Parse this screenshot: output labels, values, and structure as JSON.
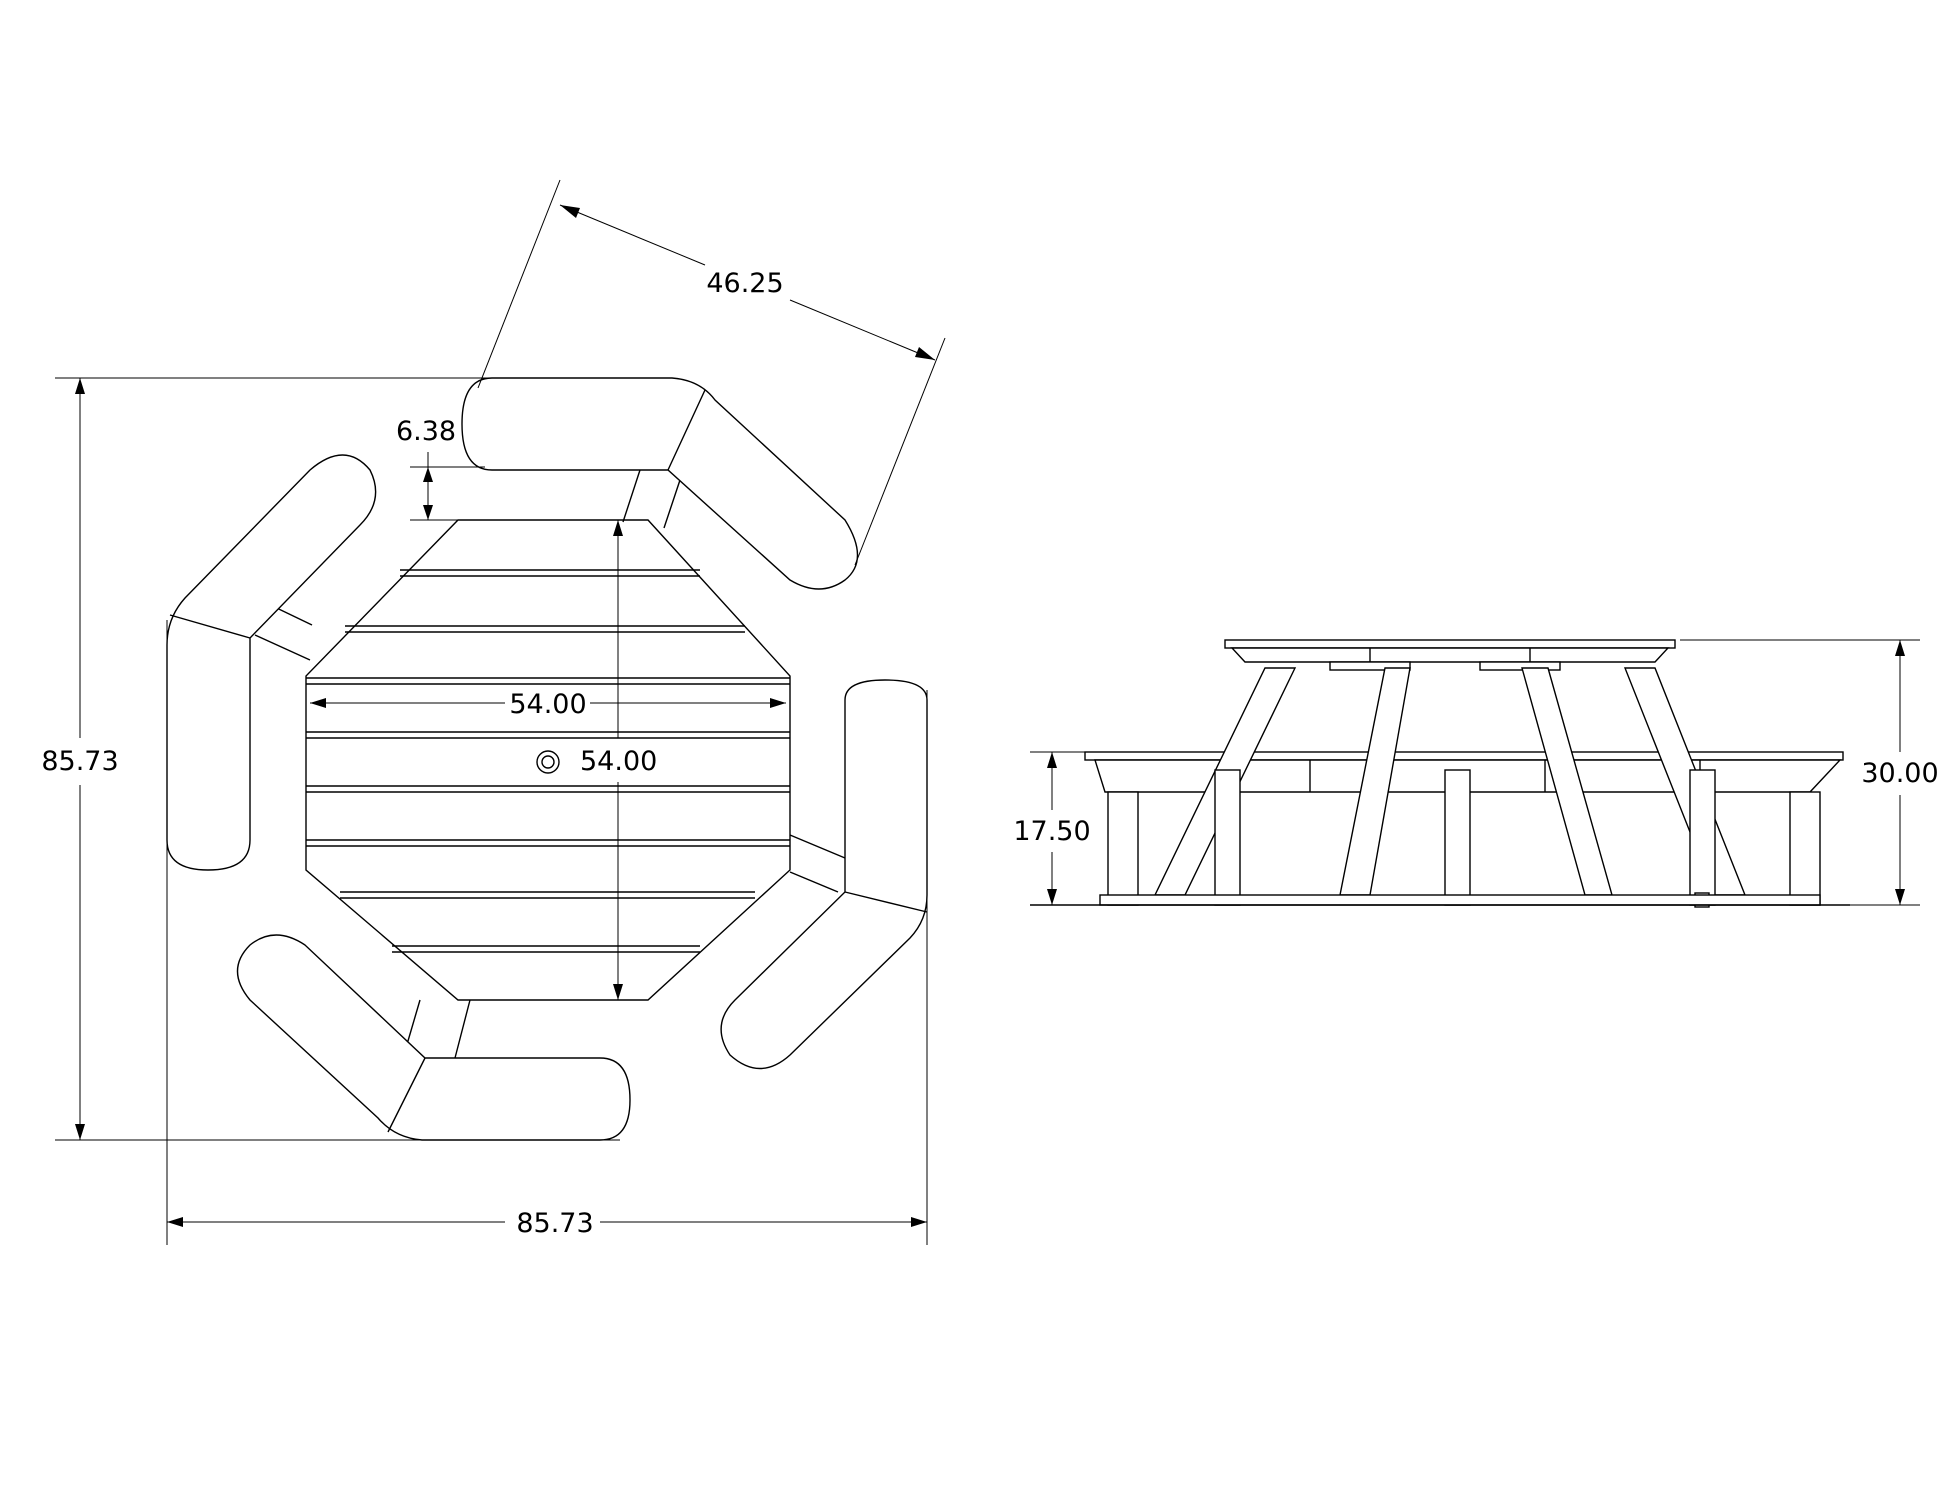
{
  "drawing": {
    "line_color": "#000000",
    "background": "#ffffff"
  },
  "top_view": {
    "bench_length": "46.25",
    "bench_offset": "6.38",
    "table_width": "54.00",
    "table_depth": "54.00",
    "overall_height": "85.73",
    "overall_width": "85.73"
  },
  "side_view": {
    "seat_height": "17.50",
    "table_height": "30.00"
  }
}
